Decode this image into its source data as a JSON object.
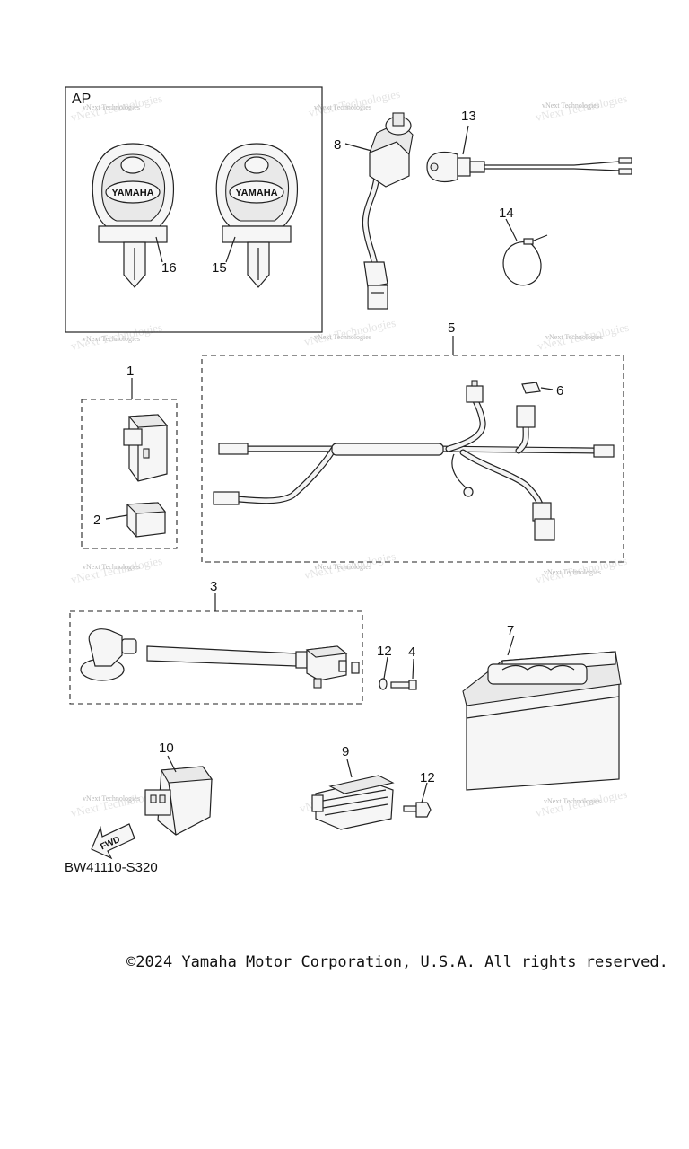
{
  "diagram": {
    "code": "BW41110-S320",
    "copyright": "©2024 Yamaha Motor Corporation, U.S.A. All rights reserved.",
    "group_label": "AP",
    "watermark": "vNext Technologies",
    "key_brand": "YAMAHA",
    "fwd_label": "FWD",
    "callouts": {
      "c1": "1",
      "c2": "2",
      "c3": "3",
      "c4": "4",
      "c5": "5",
      "c6": "6",
      "c7": "7",
      "c8": "8",
      "c9": "9",
      "c10": "10",
      "c12a": "12",
      "c12b": "12",
      "c13": "13",
      "c14": "14",
      "c15": "15",
      "c16": "16"
    }
  }
}
